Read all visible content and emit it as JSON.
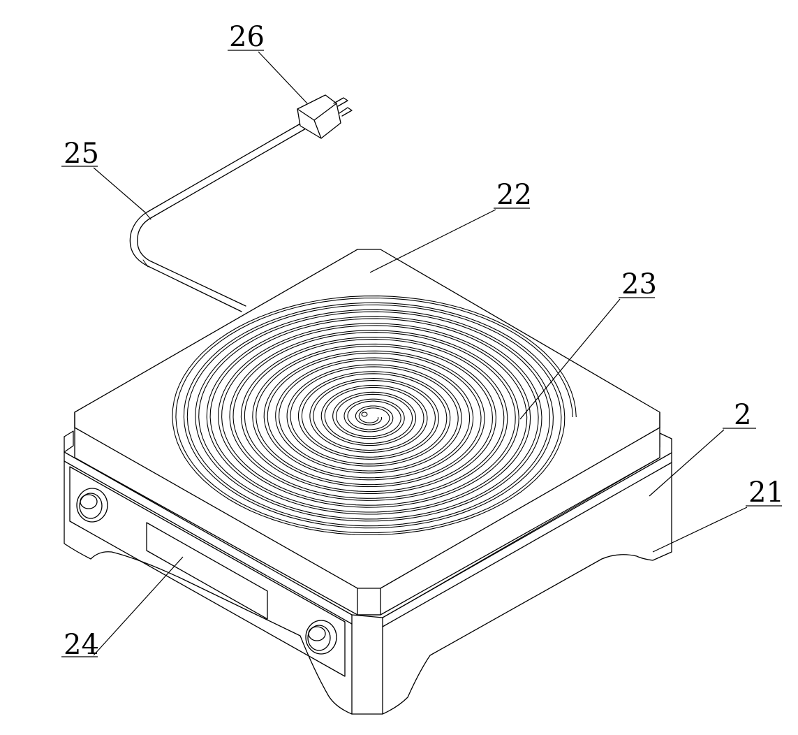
{
  "figure": {
    "reference_numerals": [
      {
        "id": "plug",
        "text": "26"
      },
      {
        "id": "cord",
        "text": "25"
      },
      {
        "id": "top_plate",
        "text": "22"
      },
      {
        "id": "heating_coil",
        "text": "23"
      },
      {
        "id": "housing",
        "text": "2"
      },
      {
        "id": "base_foot",
        "text": "21"
      },
      {
        "id": "display_window",
        "text": "24"
      }
    ]
  }
}
